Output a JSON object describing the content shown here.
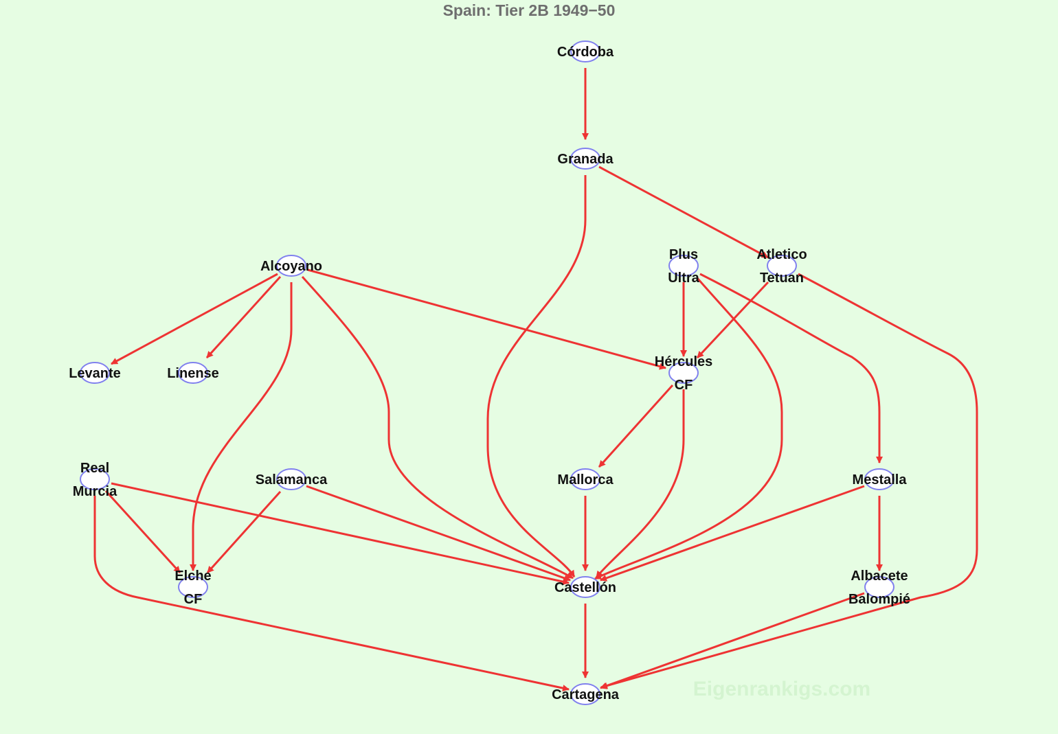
{
  "title": "Spain: Tier 2B 1949−50",
  "watermark": "Eigenrankigs.com",
  "colors": {
    "background": "#e6fde3",
    "edge": "#ee3333",
    "node_stroke": "#8080ee",
    "node_fill": "#ffffff",
    "title": "#6e6e6e"
  },
  "nodes": [
    {
      "id": "cordoba",
      "lines": [
        "Córdoba"
      ]
    },
    {
      "id": "granada",
      "lines": [
        "Granada"
      ]
    },
    {
      "id": "alcoyano",
      "lines": [
        "Alcoyano"
      ]
    },
    {
      "id": "plus-ultra",
      "lines": [
        "Plus",
        "Ultra"
      ]
    },
    {
      "id": "atletico-tetuan",
      "lines": [
        "Atletico",
        "Tetuan"
      ]
    },
    {
      "id": "levante",
      "lines": [
        "Levante"
      ]
    },
    {
      "id": "linense",
      "lines": [
        "Linense"
      ]
    },
    {
      "id": "hercules-cf",
      "lines": [
        "Hércules",
        "CF"
      ]
    },
    {
      "id": "real-murcia",
      "lines": [
        "Real",
        "Murcia"
      ]
    },
    {
      "id": "salamanca",
      "lines": [
        "Salamanca"
      ]
    },
    {
      "id": "mallorca",
      "lines": [
        "Mallorca"
      ]
    },
    {
      "id": "mestalla",
      "lines": [
        "Mestalla"
      ]
    },
    {
      "id": "elche-cf",
      "lines": [
        "Elche",
        "CF"
      ]
    },
    {
      "id": "castellon",
      "lines": [
        "Castellón"
      ]
    },
    {
      "id": "albacete-balompie",
      "lines": [
        "Albacete",
        "Balompié"
      ]
    },
    {
      "id": "cartagena",
      "lines": [
        "Cartagena"
      ]
    }
  ],
  "edges": [
    {
      "from": "cordoba",
      "to": "granada"
    },
    {
      "from": "granada",
      "to": "castellon"
    },
    {
      "from": "granada",
      "to": "atletico-tetuan"
    },
    {
      "from": "alcoyano",
      "to": "levante"
    },
    {
      "from": "alcoyano",
      "to": "linense"
    },
    {
      "from": "alcoyano",
      "to": "elche-cf"
    },
    {
      "from": "alcoyano",
      "to": "castellon"
    },
    {
      "from": "alcoyano",
      "to": "hercules-cf"
    },
    {
      "from": "plus-ultra",
      "to": "hercules-cf"
    },
    {
      "from": "plus-ultra",
      "to": "castellon"
    },
    {
      "from": "plus-ultra",
      "to": "mestalla"
    },
    {
      "from": "atletico-tetuan",
      "to": "hercules-cf"
    },
    {
      "from": "atletico-tetuan",
      "to": "cartagena"
    },
    {
      "from": "hercules-cf",
      "to": "mallorca"
    },
    {
      "from": "hercules-cf",
      "to": "castellon"
    },
    {
      "from": "real-murcia",
      "to": "elche-cf"
    },
    {
      "from": "real-murcia",
      "to": "castellon"
    },
    {
      "from": "real-murcia",
      "to": "cartagena"
    },
    {
      "from": "salamanca",
      "to": "elche-cf"
    },
    {
      "from": "salamanca",
      "to": "castellon"
    },
    {
      "from": "mallorca",
      "to": "castellon"
    },
    {
      "from": "mestalla",
      "to": "castellon"
    },
    {
      "from": "mestalla",
      "to": "albacete-balompie"
    },
    {
      "from": "castellon",
      "to": "cartagena"
    },
    {
      "from": "albacete-balompie",
      "to": "cartagena"
    }
  ]
}
